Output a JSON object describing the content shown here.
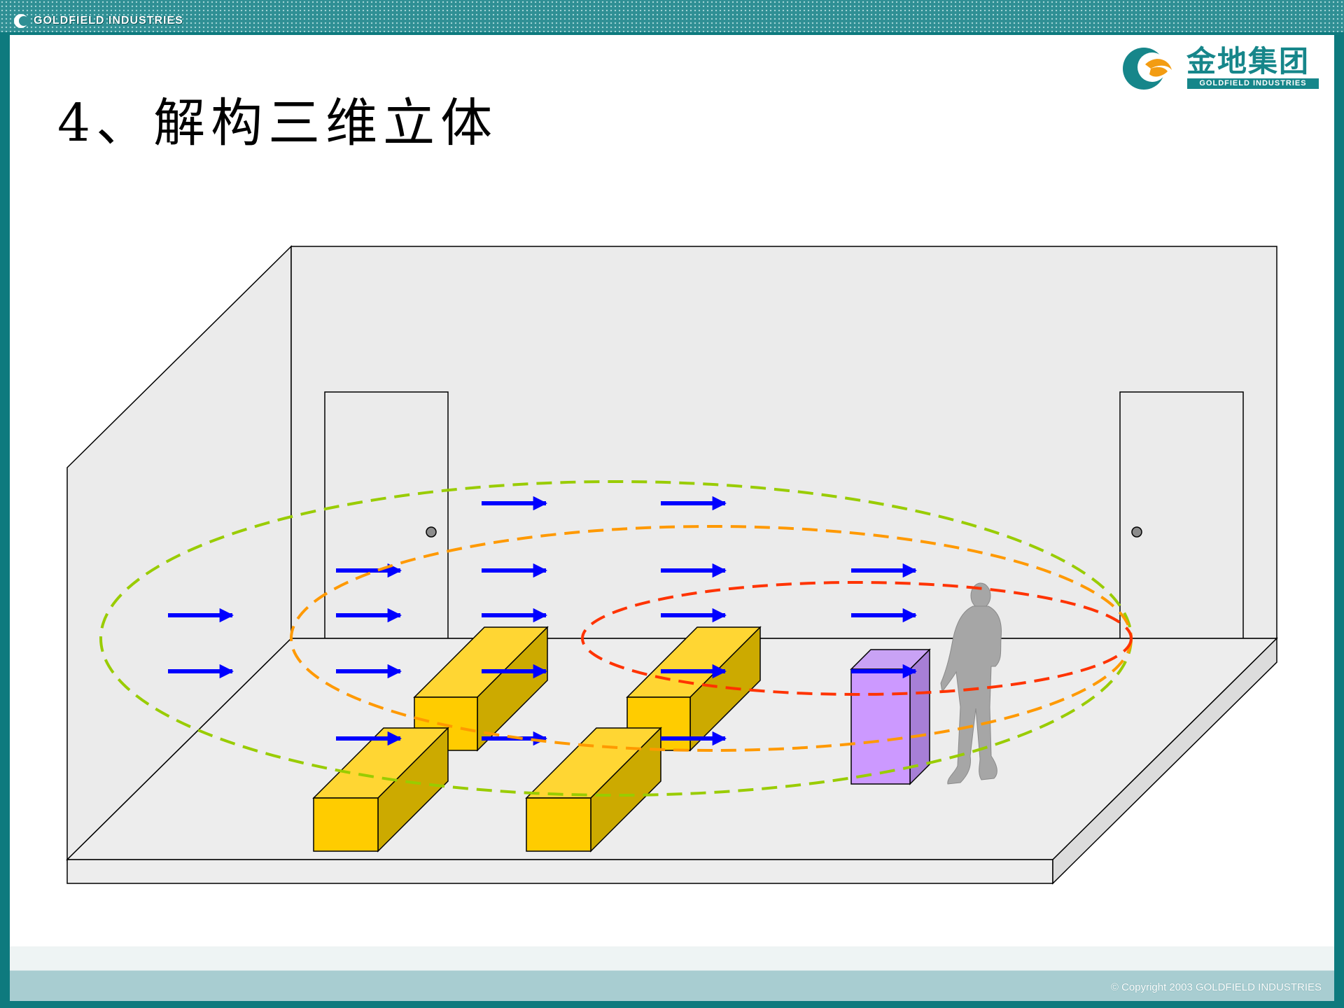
{
  "header": {
    "brand_mini": "GOLDFIELD INDUSTRIES"
  },
  "logo": {
    "name_cn": "金地集团",
    "name_en": "GOLDFIELD INDUSTRIES"
  },
  "slide": {
    "title": "4、解构三维立体"
  },
  "footer": {
    "copyright": "© Copyright 2003 GOLDFIELD INDUSTRIES"
  },
  "colors": {
    "frame": "#0e7a7e",
    "brand": "#16868a",
    "wall": "#ebebeb",
    "floor": "#ededed",
    "box_front": "#ffcc00",
    "box_top": "#ffd633",
    "box_side": "#ccaa00",
    "cabinet_front": "#cc99ff",
    "cabinet_top": "#c9a2f5",
    "cabinet_side": "#a77fd6",
    "arrow": "#0000ff",
    "ring_outer": "#99cc00",
    "ring_middle": "#ff9900",
    "ring_inner": "#ff3300",
    "person": "#a6a6a6"
  },
  "icons": {
    "logo_mark": "crescent-logo-icon",
    "person": "standing-person-icon",
    "door_knob": "door-knob-icon"
  }
}
